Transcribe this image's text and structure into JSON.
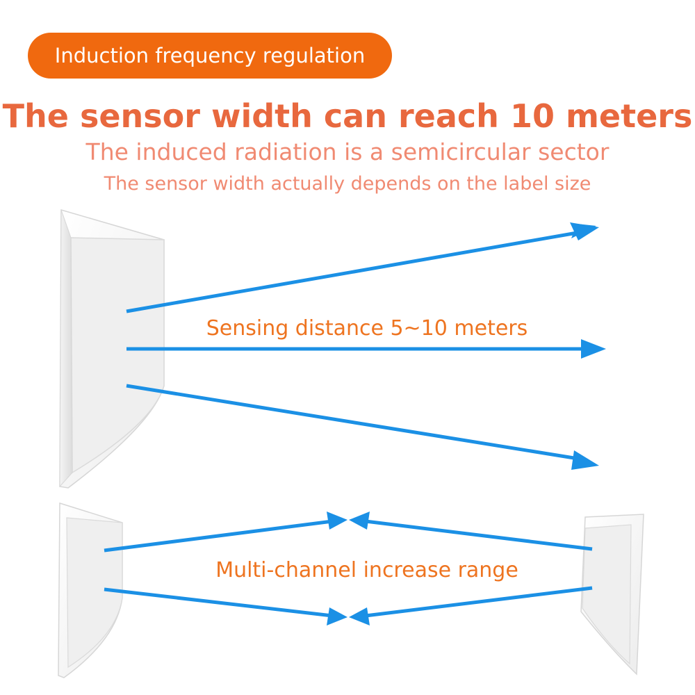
{
  "badge": {
    "text": "Induction frequency regulation"
  },
  "headline": "The sensor width can reach 10 meters",
  "subtitles": [
    "The induced radiation is a semicircular sector",
    "The sensor width actually depends on the label size"
  ],
  "single_antenna": {
    "label": "Sensing distance 5~10 meters",
    "arrow_icon": "arrow-right-icon"
  },
  "dual_antenna": {
    "label": "Multi-channel increase range",
    "arrow_icon": "arrow-converge-icon"
  },
  "colors": {
    "badge_bg": "#F0690F",
    "headline": "#E8683E",
    "subtitle": "#F08A72",
    "label": "#EE7420",
    "arrow": "#1B90E5",
    "panel_face": "#F2F2F2",
    "panel_edge": "#D9D9D9"
  }
}
